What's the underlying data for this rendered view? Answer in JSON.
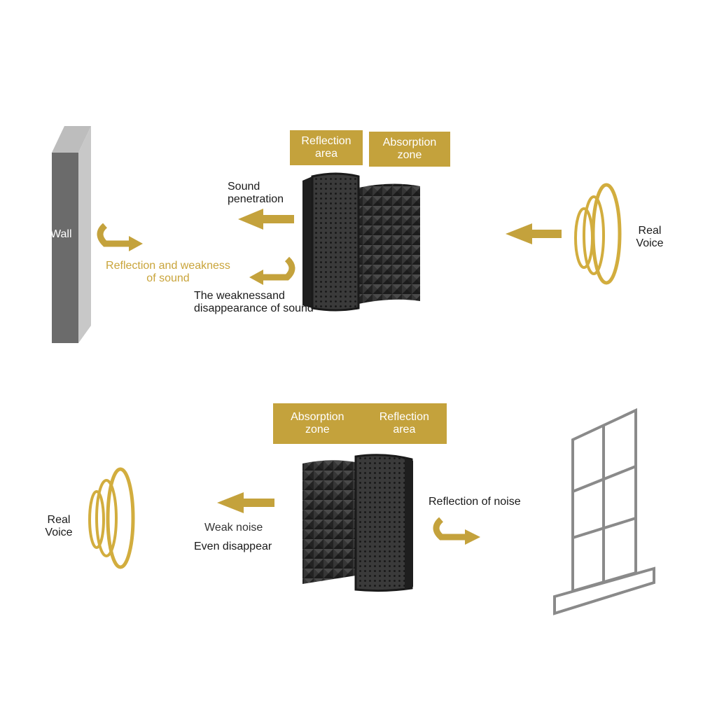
{
  "top": {
    "wall_label": "Wall",
    "reflection_area": [
      "Reflection",
      "area"
    ],
    "absorption_zone": [
      "Absorption",
      "zone"
    ],
    "sound_penetration": [
      "Sound",
      "penetration"
    ],
    "reflection_weakness": [
      "Reflection and weakness",
      "of sound"
    ],
    "weakness_disappearance": [
      "The weaknessand",
      "disappearance of sound"
    ],
    "real_voice": [
      "Real",
      "Voice"
    ]
  },
  "bottom": {
    "absorption_zone": [
      "Absorption",
      "zone"
    ],
    "reflection_area": [
      "Reflection",
      "area"
    ],
    "real_voice": [
      "Real",
      "Voice"
    ],
    "weak_noise": "Weak noise",
    "even_disappear": "Even disappear",
    "reflection_of_noise": "Reflection of noise"
  },
  "colors": {
    "gold": "#c4a23c",
    "gold_text": "#c9a43a",
    "wall_dark": "#6b6b6b",
    "wall_light": "#c8c8c8",
    "panel_dark": "#2a2a2a",
    "window_gray": "#8a8a8a"
  },
  "icons": [
    "wall-icon",
    "acoustic-panel-icon",
    "arrow-left-icon",
    "u-turn-arrow-icon",
    "sound-wave-icon",
    "window-icon"
  ]
}
